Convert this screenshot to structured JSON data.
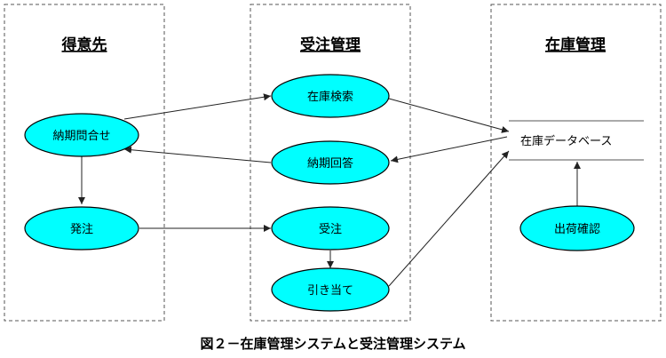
{
  "colors": {
    "node_fill": "#00ffff",
    "node_stroke": "#000000",
    "lane_border": "#555555"
  },
  "lanes": {
    "customer": {
      "title": "得意先"
    },
    "order_mgmt": {
      "title": "受注管理"
    },
    "inventory_mgmt": {
      "title": "在庫管理"
    }
  },
  "nodes": {
    "delivery_inquiry": "納期問合せ",
    "order_placement": "発注",
    "inventory_search": "在庫検索",
    "delivery_reply": "納期回答",
    "order_receipt": "受注",
    "allocation": "引き当て",
    "shipment_confirm": "出荷確認"
  },
  "datastore": {
    "label": "在庫データベース"
  },
  "caption": "図２－在庫管理システムと受注管理システム"
}
